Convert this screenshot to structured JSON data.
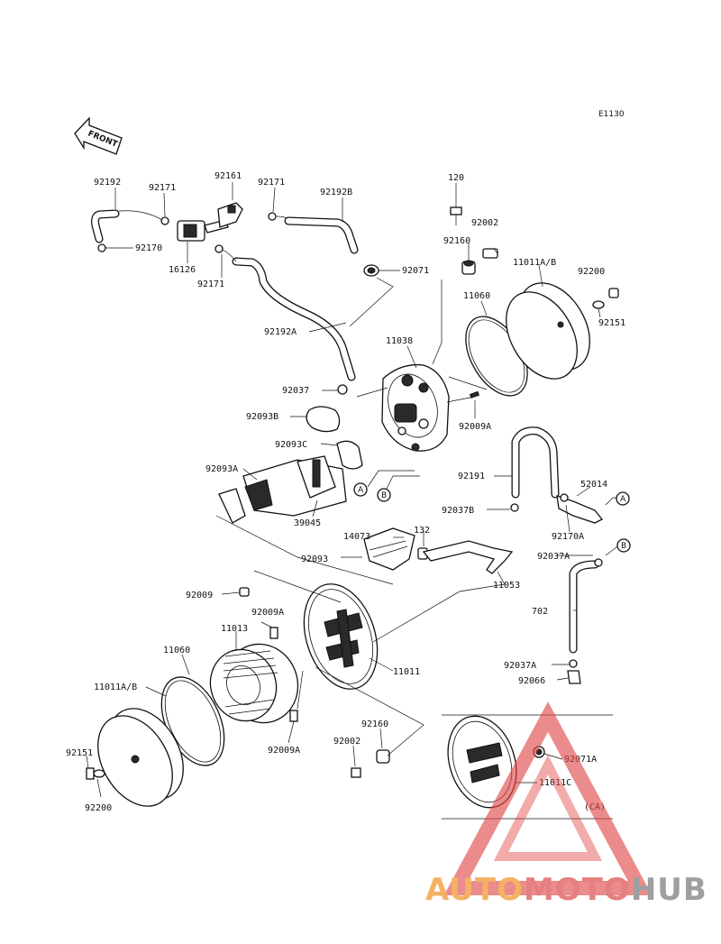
{
  "diagram": {
    "ref_code": "E1130",
    "front_label": "FRONT",
    "inset_note": "(CA)",
    "connectors": [
      "A",
      "B"
    ],
    "part_labels": [
      "92192",
      "92171",
      "92161",
      "92171",
      "92192B",
      "120",
      "92002",
      "92160",
      "11011A/B",
      "92200",
      "92170",
      "16126",
      "92171",
      "92071",
      "11060",
      "92151",
      "92192A",
      "11038",
      "92037",
      "92093B",
      "92009A",
      "92093C",
      "92093A",
      "92191",
      "52014",
      "39045",
      "92037B",
      "92170A",
      "14073",
      "132",
      "92093",
      "92037A",
      "11053",
      "92009",
      "92009A",
      "702",
      "11013",
      "11060",
      "11011",
      "11011A/B",
      "92037A",
      "92066",
      "92160",
      "92002",
      "92071A",
      "92151",
      "11011C",
      "92009A",
      "92200"
    ]
  },
  "watermark": {
    "segments": [
      "AUTO",
      "MOTO",
      "HUB"
    ],
    "colors": {
      "auto": "#f3a44a",
      "moto": "#e06a6a",
      "hub": "#8f8f8f",
      "logo": "#e04a4a"
    }
  }
}
